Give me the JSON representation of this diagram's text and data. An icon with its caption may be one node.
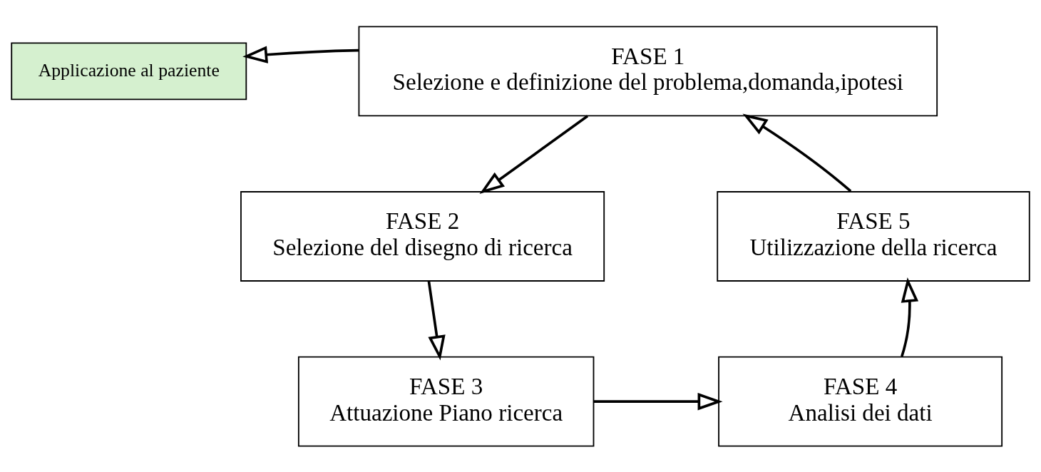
{
  "diagram": {
    "nodes": [
      {
        "text": [
          "Applicazione al paziente"
        ]
      },
      {
        "text": [
          "FASE 1",
          "Selezione e definizione del problema,domanda,ipotesi"
        ]
      },
      {
        "text": [
          "FASE 2",
          "Selezione del disegno di ricerca"
        ]
      },
      {
        "text": [
          "FASE 3",
          "Attuazione Piano ricerca"
        ]
      },
      {
        "text": [
          "FASE 4",
          "Analisi dei dati"
        ]
      },
      {
        "text": [
          "FASE 5",
          "Utilizzazione della ricerca"
        ]
      }
    ],
    "edges": [
      {
        "from": 1,
        "to": 2,
        "arrow": "to"
      },
      {
        "from": 2,
        "to": 3,
        "arrow": "to"
      },
      {
        "from": 3,
        "to": 4,
        "arrow": "to"
      },
      {
        "from": 4,
        "to": 5,
        "arrow": "to"
      },
      {
        "from": 5,
        "to": 1,
        "arrow": "to"
      },
      {
        "from": 1,
        "to": 0,
        "arrow": "to"
      }
    ]
  }
}
